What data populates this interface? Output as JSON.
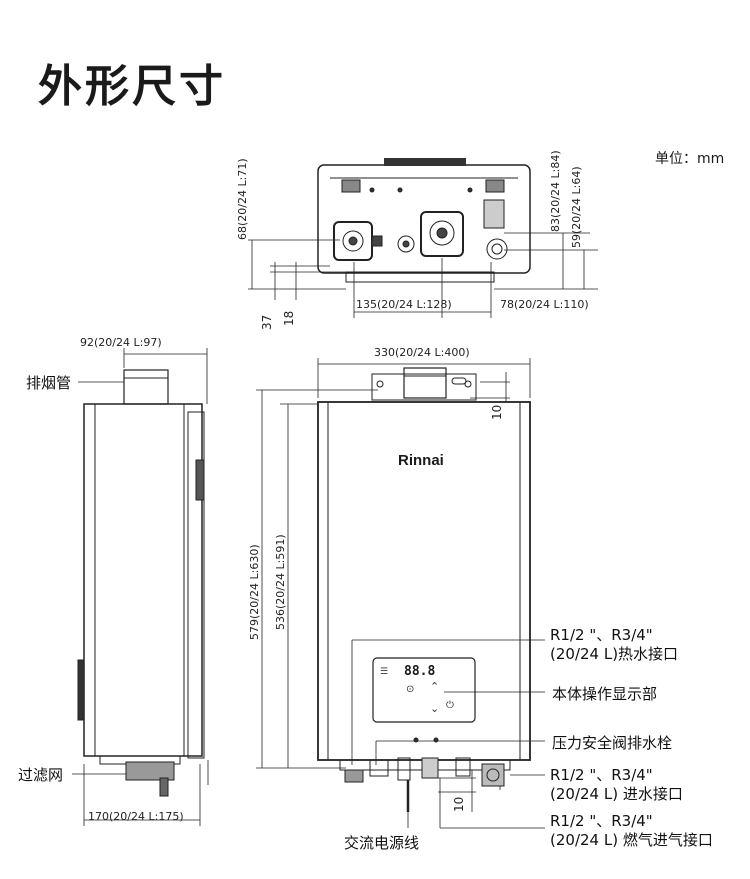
{
  "title": "外形尺寸",
  "unit": "单位：mm",
  "brand": "Rinnai",
  "display_digits": "88.8",
  "dimensions": {
    "top_left_height": "68(20/24 L:71)",
    "top_right_height_1": "83(20/24 L:84)",
    "top_right_height_2": "59(20/24 L:64)",
    "bottom_37": "37",
    "bottom_18": "18",
    "pipe_spacing_left": "135(20/24 L:128)",
    "pipe_spacing_right": "78(20/24 L:110)",
    "side_depth_top": "92(20/24 L:97)",
    "front_width": "330(20/24 L:400)",
    "bracket_10_top": "10",
    "total_height": "579(20/24 L:630)",
    "body_height": "536(20/24 L:591)",
    "side_depth_bottom": "170(20/24 L:175)",
    "bracket_10_bottom": "10"
  },
  "labels": {
    "exhaust_pipe": "排烟管",
    "filter": "过滤网",
    "power_cord": "交流电源线",
    "hot_water_line1": "R1/2 \"、R3/4\"",
    "hot_water_line2": "(20/24 L)热水接口",
    "control_panel": "本体操作显示部",
    "drain_valve": "压力安全阀排水栓",
    "cold_water_line1": "R1/2 \"、R3/4\"",
    "cold_water_line2": "(20/24 L) 进水接口",
    "gas_line1": "R1/2 \"、R3/4\"",
    "gas_line2": "(20/24 L) 燃气进气接口"
  }
}
